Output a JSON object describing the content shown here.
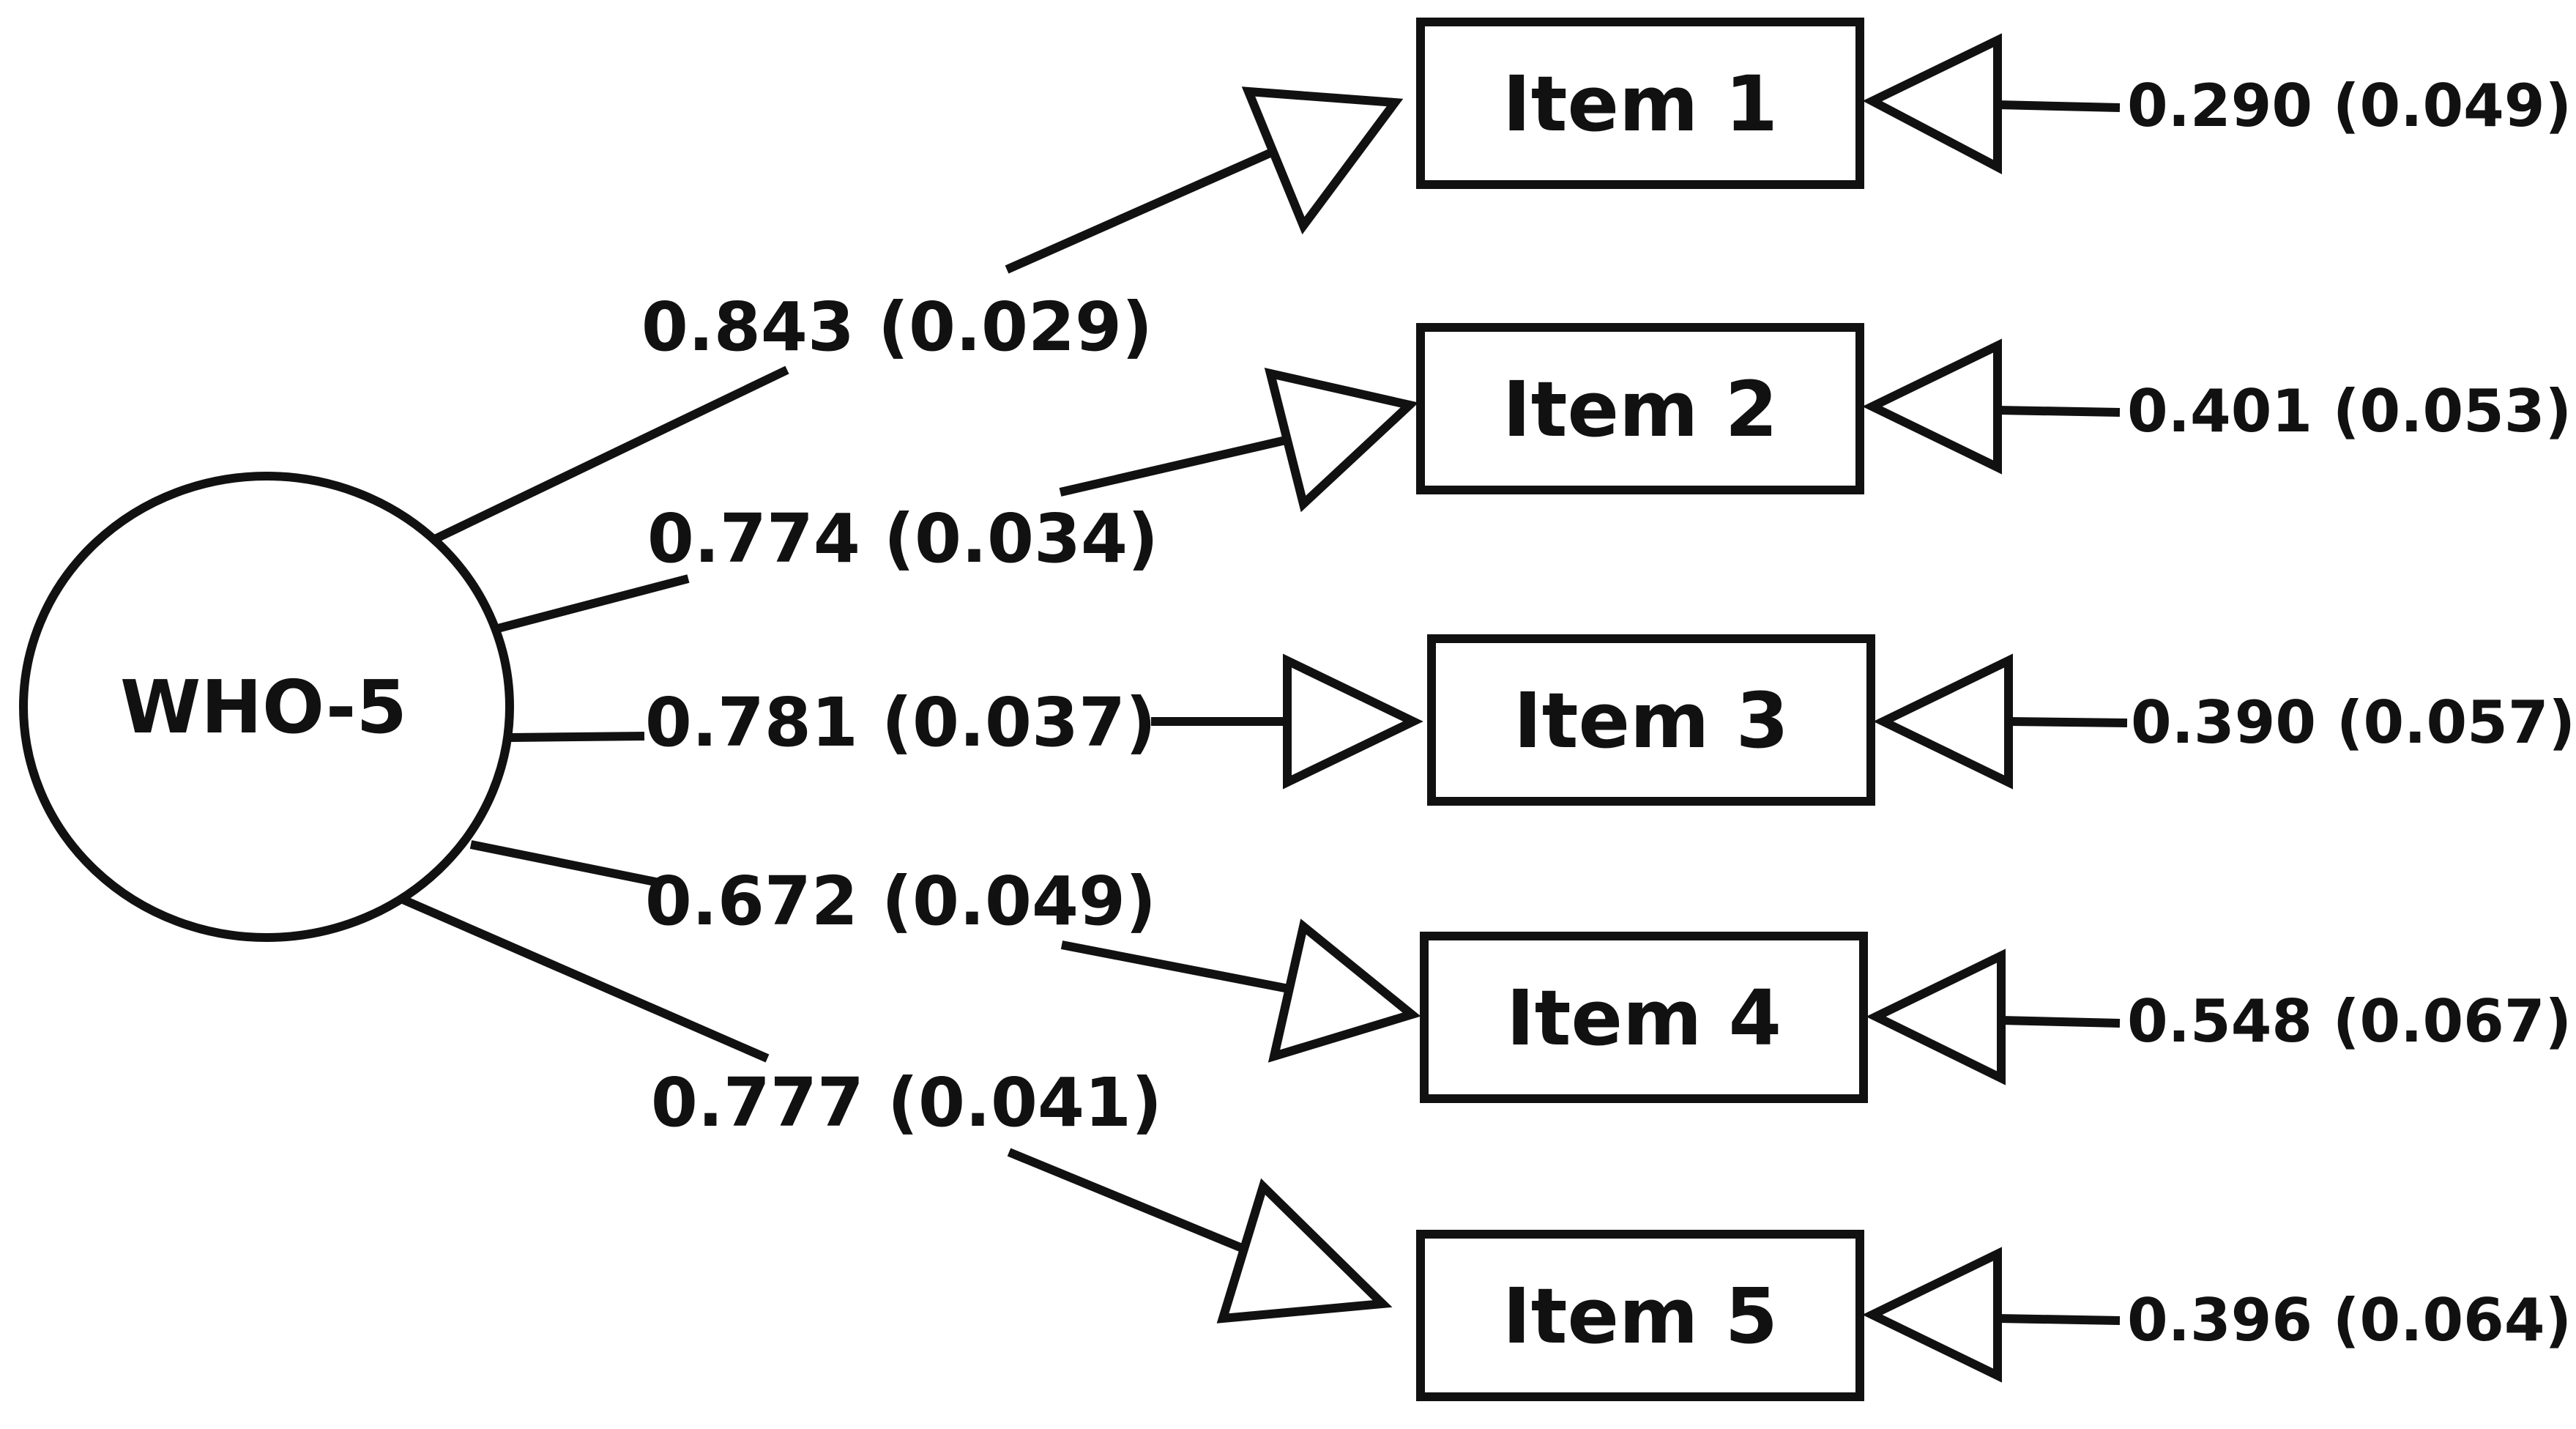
{
  "latent": {
    "label": "WHO-5"
  },
  "items": [
    {
      "label": "Item 1",
      "loading": "0.843 (0.029)",
      "error": "0.290 (0.049)"
    },
    {
      "label": "Item 2",
      "loading": "0.774 (0.034)",
      "error": "0.401 (0.053)"
    },
    {
      "label": "Item 3",
      "loading": "0.781 (0.037)",
      "error": "0.390 (0.057)"
    },
    {
      "label": "Item 4",
      "loading": "0.672 (0.049)",
      "error": "0.548 (0.067)"
    },
    {
      "label": "Item 5",
      "loading": "0.777 (0.041)",
      "error": "0.396 (0.064)"
    }
  ],
  "colors": {
    "stroke": "#111111",
    "background": "#ffffff"
  }
}
